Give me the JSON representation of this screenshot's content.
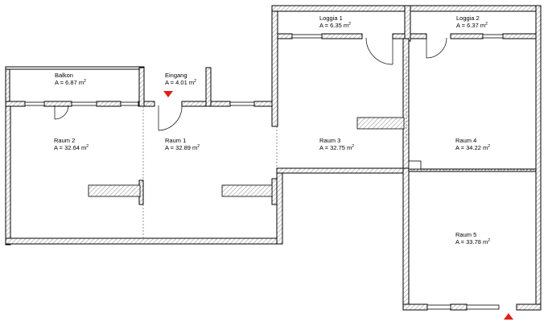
{
  "plan": {
    "area_prefix": "A = ",
    "area_unit": "m",
    "area_unit_exp": "2",
    "entrance_marker_color": "#e0201a",
    "wall_color": "#000000",
    "wall_fill": "#ffffff",
    "hatch_color": "#9a9a9a",
    "rooms": [
      {
        "name": "Balkon",
        "area": "6.87"
      },
      {
        "name": "Eingang",
        "area": "4.01"
      },
      {
        "name": "Loggia 1",
        "area": "6.35"
      },
      {
        "name": "Loggia 2",
        "area": "6.37"
      },
      {
        "name": "Raum 2",
        "area": "32.64"
      },
      {
        "name": "Raum 1",
        "area": "32.89"
      },
      {
        "name": "Raum 3",
        "area": "32.75"
      },
      {
        "name": "Raum 4",
        "area": "34.22"
      },
      {
        "name": "Raum 5",
        "area": "33.78"
      }
    ]
  }
}
